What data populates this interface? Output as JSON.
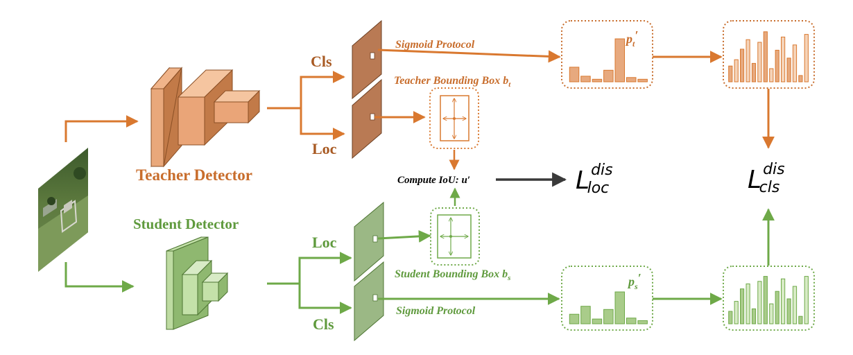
{
  "colors": {
    "teacher": "#d9782f",
    "teacher_fill": "#e7a97e",
    "teacher_light": "#f5d3b8",
    "student": "#6ea948",
    "student_fill": "#a9cc8a",
    "student_light": "#d8ebc6",
    "dark_arrow": "#3a3a3a"
  },
  "teacher": {
    "title": "Teacher Detector",
    "cls_label": "Cls",
    "loc_label": "Loc",
    "sigmoid_label": "Sigmoid Protocol",
    "bbox_label": "Teacher Bounding Box ",
    "bbox_var": "b",
    "bbox_sub": "t",
    "prob_var": "p",
    "prob_sub": "t",
    "prob_prime": "′",
    "hist1": [
      0.34,
      0.13,
      0.06,
      0.27,
      1.0,
      0.1,
      0.06
    ],
    "hist2": [
      0.3,
      0.42,
      0.62,
      0.8,
      0.35,
      0.75,
      0.95,
      0.25,
      0.6,
      0.85,
      0.45,
      0.7,
      0.12,
      0.9
    ]
  },
  "student": {
    "title": "Student Detector",
    "cls_label": "Cls",
    "loc_label": "Loc",
    "sigmoid_label": "Sigmoid Protocol",
    "bbox_label": "Student Bounding Box ",
    "bbox_var": "b",
    "bbox_sub": "s",
    "prob_var": "p",
    "prob_sub": "s",
    "prob_prime": "′",
    "hist1": [
      0.3,
      0.55,
      0.15,
      0.45,
      1.0,
      0.18,
      0.1
    ],
    "hist2": [
      0.25,
      0.45,
      0.7,
      0.8,
      0.3,
      0.85,
      0.95,
      0.4,
      0.65,
      0.9,
      0.5,
      0.75,
      0.15,
      0.95
    ]
  },
  "iou": {
    "label": "Compute IoU: ",
    "var": "u",
    "prime": "′"
  },
  "loss_loc": {
    "L": "L",
    "sup": "dis",
    "sub": "loc"
  },
  "loss_cls": {
    "L": "L",
    "sup": "dis",
    "sub": "cls"
  }
}
